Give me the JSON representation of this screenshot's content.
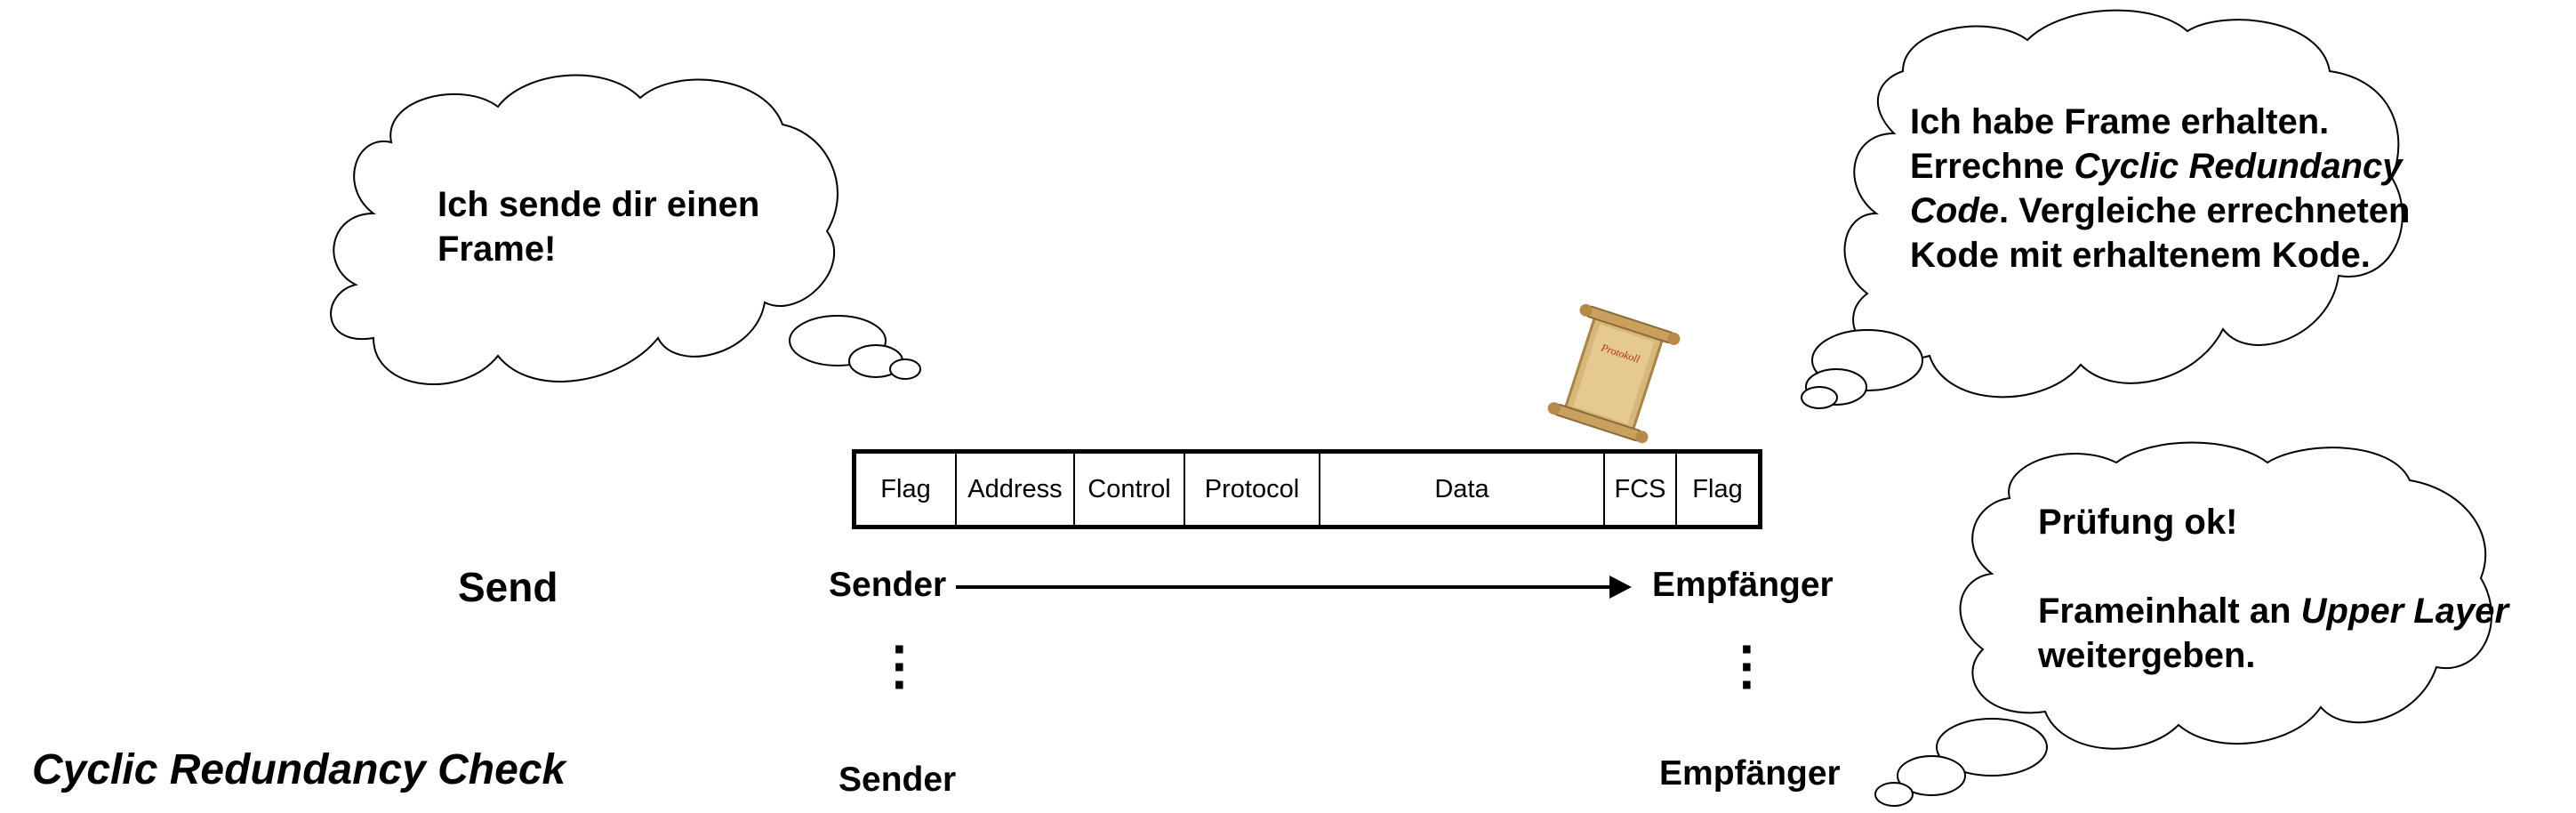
{
  "left_bubble": {
    "line1": "Ich sende dir einen",
    "line2": "Frame!"
  },
  "right_top_bubble": {
    "line1": "Ich habe Frame erhalten.",
    "line2_prefix": "Errechne ",
    "line2_italic": "Cyclic Redundancy",
    "line3_italic": "Code",
    "line3_suffix": ". Vergleiche errechneten",
    "line4": "Kode mit erhaltenem Kode."
  },
  "right_bottom_bubble": {
    "line1": "Prüfung ok!",
    "line2_prefix": "Frameinhalt an ",
    "line2_italic": "Upper Layer",
    "line3": "weitergeben."
  },
  "frame_fields": [
    "Flag",
    "Address",
    "Control",
    "Protocol",
    "Data",
    "FCS",
    "Flag"
  ],
  "scroll_label": "Protokoll",
  "send_label": "Send",
  "sender_label": "Sender",
  "receiver_label": "Empfänger",
  "sender_label_bottom": "Sender",
  "receiver_label_bottom": "Empfänger",
  "footer_title": "Cyclic Redundancy Check",
  "colors": {
    "line": "#000000",
    "scroll": "#d8b77a",
    "scroll_text": "#b03020"
  }
}
